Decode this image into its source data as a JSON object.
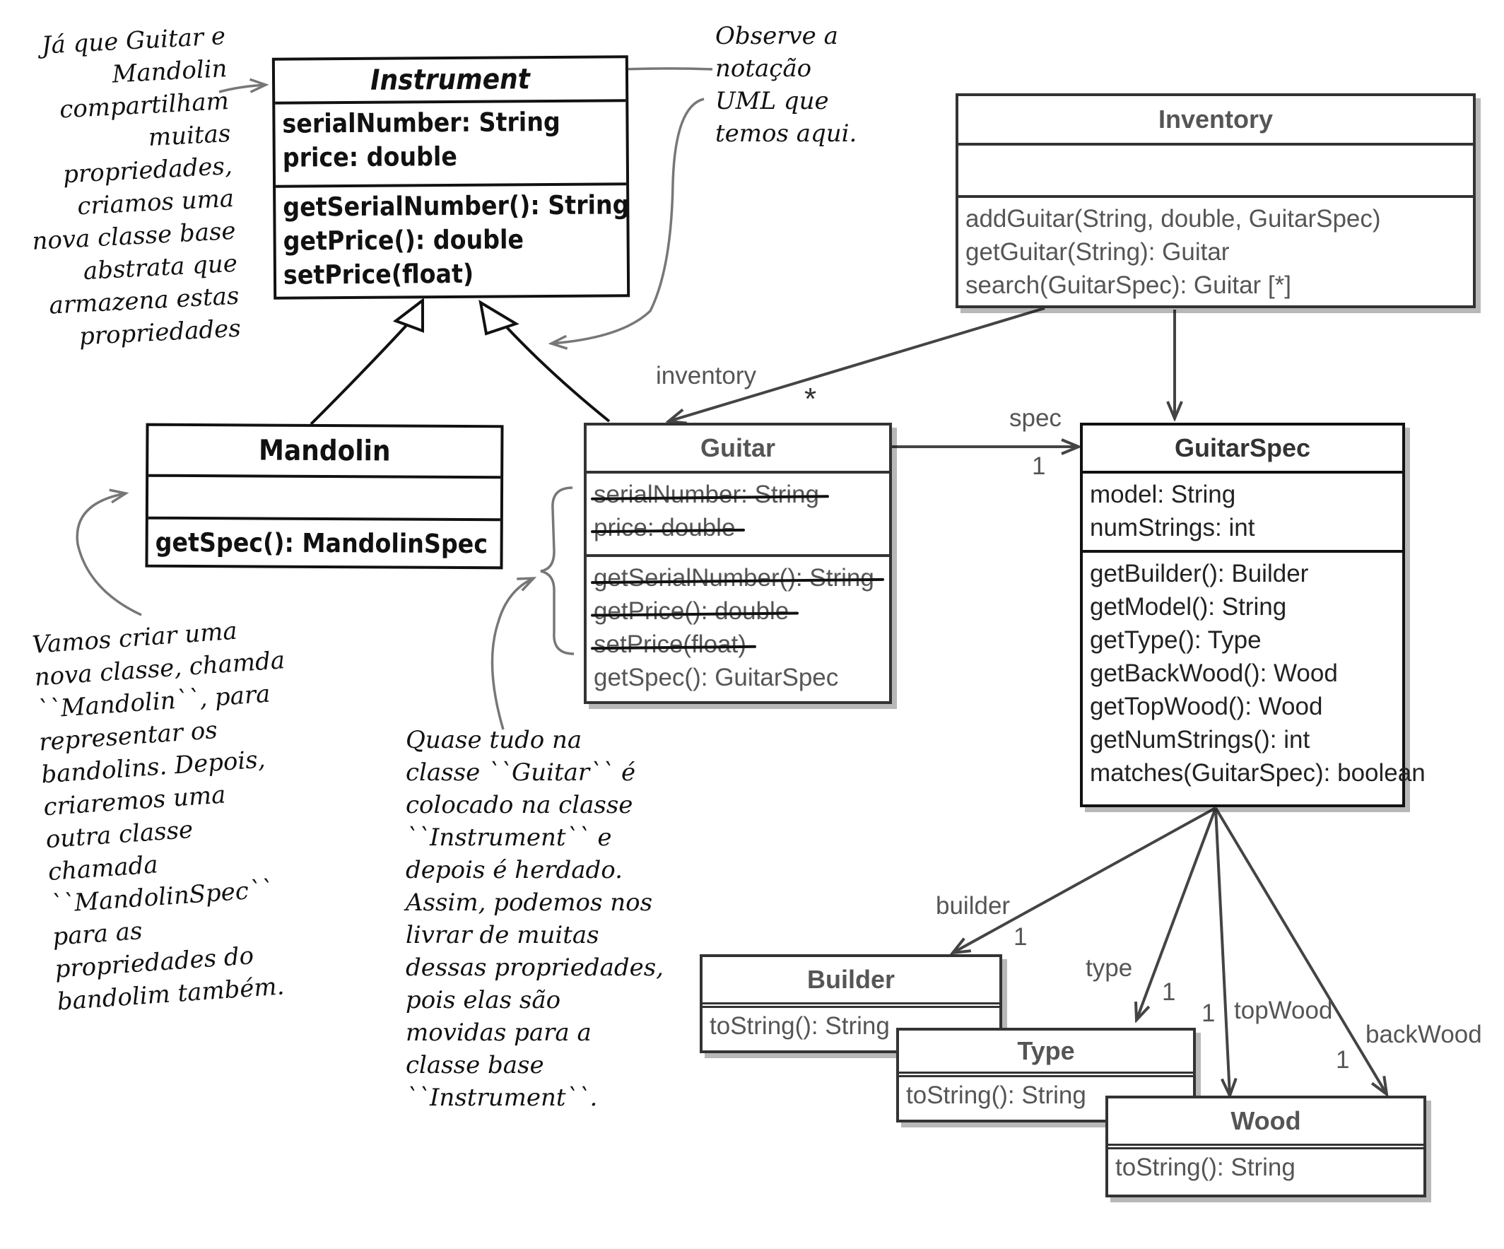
{
  "classes": {
    "instrument": {
      "name": "Instrument",
      "attributes": [
        "serialNumber: String",
        "price: double"
      ],
      "methods": [
        "getSerialNumber(): String",
        "getPrice(): double",
        "setPrice(float)"
      ]
    },
    "mandolin": {
      "name": "Mandolin",
      "methods": [
        "getSpec(): MandolinSpec"
      ]
    },
    "guitar": {
      "name": "Guitar",
      "attributes_removed": [
        "serialNumber: String",
        "price: double"
      ],
      "methods_removed": [
        "getSerialNumber(): String",
        "getPrice(): double",
        "setPrice(float)"
      ],
      "methods": [
        "getSpec(): GuitarSpec"
      ]
    },
    "inventory": {
      "name": "Inventory",
      "methods": [
        "addGuitar(String, double, GuitarSpec)",
        "getGuitar(String): Guitar",
        "search(GuitarSpec): Guitar [*]"
      ]
    },
    "guitarspec": {
      "name": "GuitarSpec",
      "attributes": [
        "model: String",
        "numStrings: int"
      ],
      "methods": [
        "getBuilder(): Builder",
        "getModel(): String",
        "getType(): Type",
        "getBackWood(): Wood",
        "getTopWood(): Wood",
        "getNumStrings(): int",
        "matches(GuitarSpec): boolean"
      ]
    },
    "builder": {
      "name": "Builder",
      "methods": [
        "toString(): String"
      ]
    },
    "type": {
      "name": "Type",
      "methods": [
        "toString(): String"
      ]
    },
    "wood": {
      "name": "Wood",
      "methods": [
        "toString(): String"
      ]
    }
  },
  "labels": {
    "inventory": "inventory",
    "inventory_mult": "*",
    "spec": "spec",
    "spec_mult": "1",
    "builder": "builder",
    "builder_mult": "1",
    "type": "type",
    "type_mult": "1",
    "topWood": "topWood",
    "topWood_mult": "1",
    "backWood": "backWood",
    "backWood_mult": "1"
  },
  "notes": {
    "base_class": [
      "Já que Guitar e",
      "Mandolin",
      "compartilham",
      "muitas",
      "propriedades,",
      "criamos uma",
      "nova classe base",
      "abstrata que",
      "armazena estas",
      "propriedades"
    ],
    "uml": [
      "Observe a",
      "notação",
      "UML que",
      "temos aqui."
    ],
    "mandolin": [
      "Vamos criar uma",
      "nova classe, chamda",
      "``Mandolin``, para",
      "representar os",
      "bandolins. Depois,",
      "criaremos uma",
      "outra classe",
      "chamada",
      "``MandolinSpec``",
      "para as",
      "propriedades do",
      "bandolim também."
    ],
    "guitar": [
      "Quase tudo na",
      "classe ``Guitar`` é",
      "colocado na classe",
      "``Instrument`` e",
      "depois é herdado.",
      "Assim, podemos nos",
      "livrar de muitas",
      "dessas propriedades,",
      "pois elas são",
      "movidas para a",
      "classe base",
      "``Instrument``."
    ]
  }
}
